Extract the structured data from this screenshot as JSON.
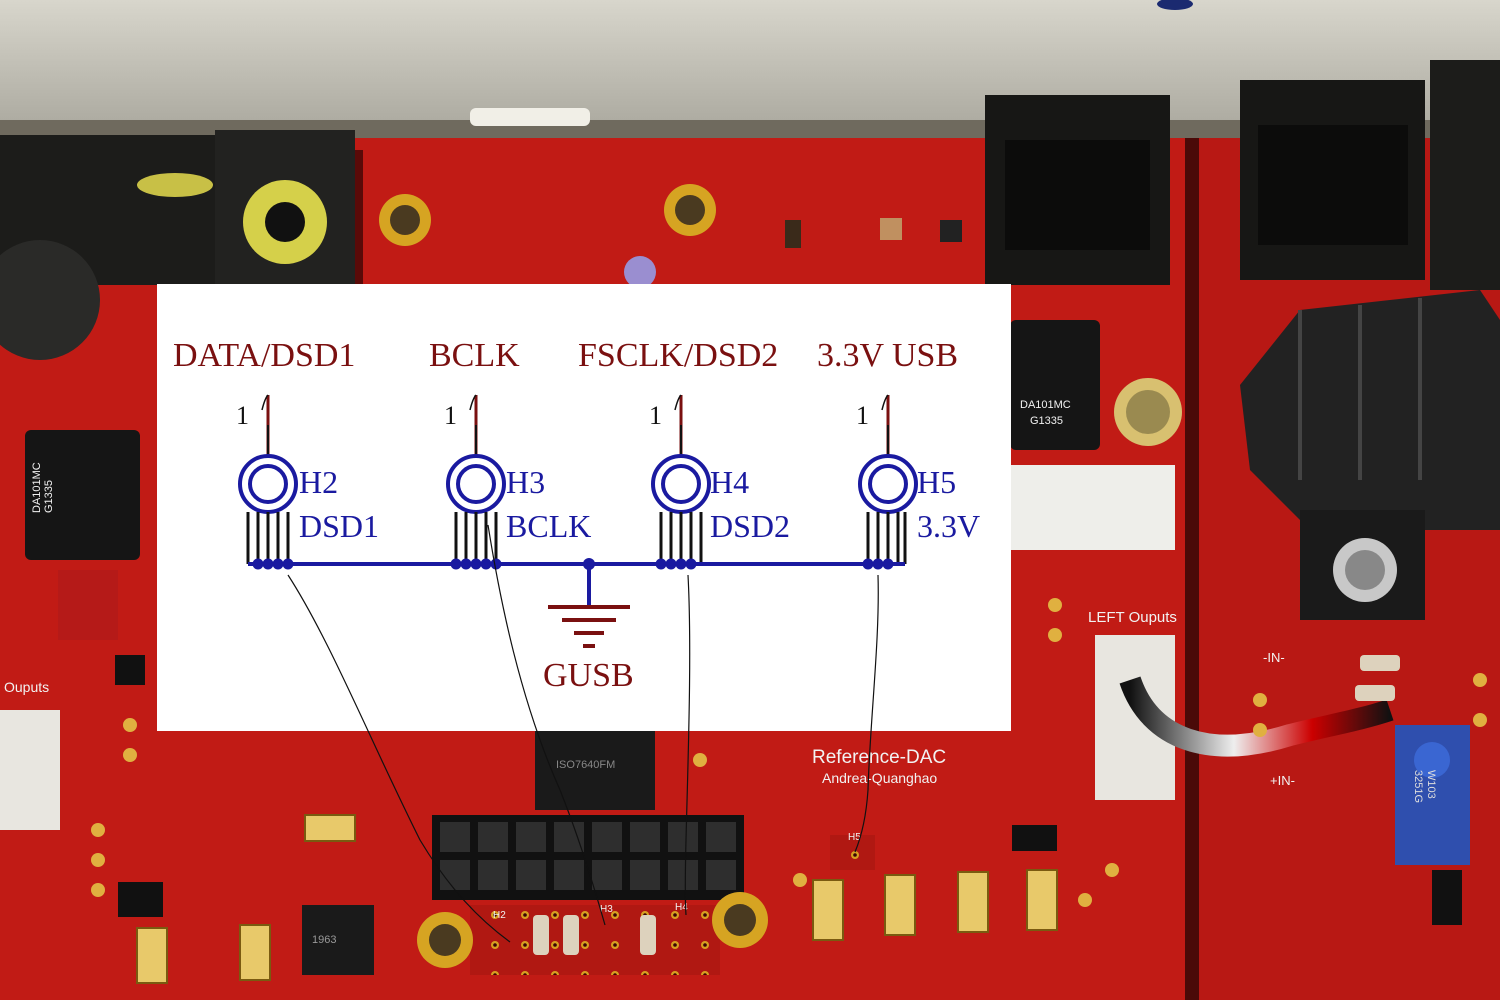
{
  "schematic": {
    "net_labels": [
      "DATA/DSD1",
      "BCLK",
      "FSCLK/DSD2",
      "3.3V USB"
    ],
    "pin_numbers": [
      "1",
      "1",
      "1",
      "1"
    ],
    "headers": [
      {
        "ref": "H2",
        "value": "DSD1"
      },
      {
        "ref": "H3",
        "value": "BCLK"
      },
      {
        "ref": "H4",
        "value": "DSD2"
      },
      {
        "ref": "H5",
        "value": "3.3V"
      }
    ],
    "ground_label": "GUSB"
  },
  "board": {
    "silkscreen": [
      "Reference-DAC",
      "Andrea-Quanghao",
      "LEFT Ouputs",
      "Ouputs",
      "-IN-",
      "+IN-",
      "H2",
      "H3",
      "H4",
      "H5"
    ],
    "chip_markings": [
      "DA101MC",
      "G1335",
      "ISO7640FM",
      "1963",
      "3251G",
      "W103"
    ]
  },
  "colors": {
    "schematic_blue": "#1a1aa0",
    "label_maroon": "#7a1010",
    "pcb_red": "#c41c16"
  }
}
